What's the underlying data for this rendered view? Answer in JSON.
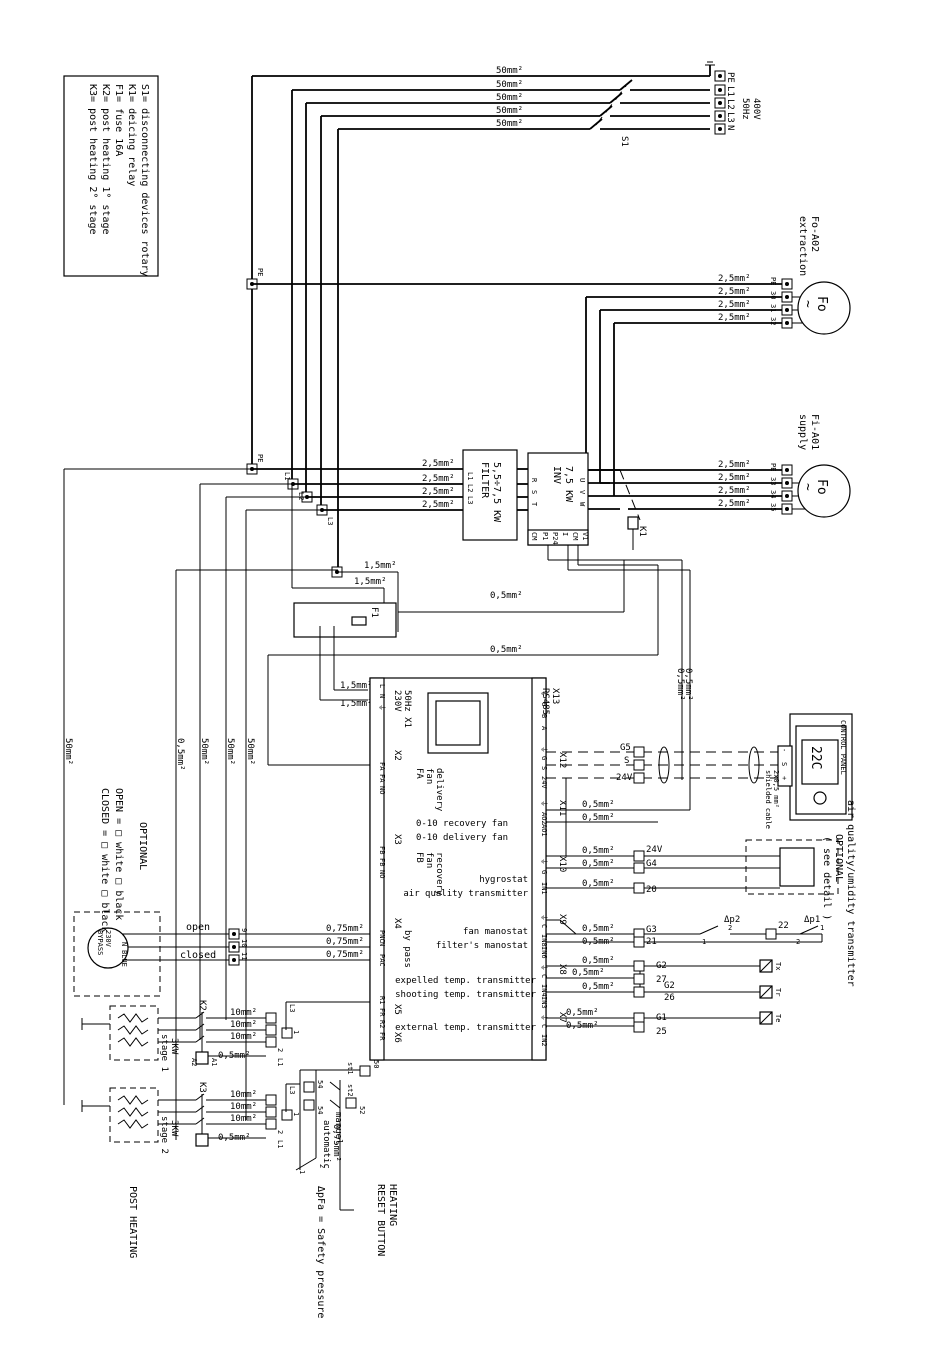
{
  "legend": {
    "lines": [
      "S1= disconnecting devices rotary",
      "K1= deicing relay",
      "F1= fuse 16A",
      "K2= post heating 1° stage",
      "K3= post heating 2° stage"
    ]
  },
  "supply": {
    "terminals": [
      "PE",
      "L1",
      "L2",
      "L3",
      "N"
    ],
    "rating_lines": [
      "400V",
      "50Hz"
    ],
    "switch_label": "S1",
    "cable_labels": [
      "50mm²",
      "50mm²",
      "50mm²",
      "50mm²",
      "50mm²"
    ]
  },
  "motors": {
    "extraction": {
      "title_lines": [
        "Fo-A02",
        "extraction"
      ],
      "symbol": "Fo",
      "terminals": [
        "PE",
        "30",
        "31",
        "32"
      ],
      "cable_labels": [
        "2,5mm²",
        "2,5mm²",
        "2,5mm²",
        "2,5mm²"
      ]
    },
    "supply": {
      "title_lines": [
        "Fi-A01",
        "supply"
      ],
      "symbol": "Fo",
      "terminals": [
        "PE",
        "33",
        "34",
        "35"
      ],
      "cable_labels": [
        "2,5mm²",
        "2,5mm²",
        "2,5mm²",
        "2,5mm²"
      ]
    }
  },
  "filter": {
    "lines": [
      "FILTER",
      "5,5÷7,5 KW"
    ],
    "terminals": [
      "L1",
      "L2",
      "L3"
    ],
    "cable_labels": [
      "2,5mm²",
      "2,5mm²",
      "2,5mm²",
      "2,5mm²"
    ]
  },
  "inverter": {
    "lines": [
      "INV",
      "7,5 KW"
    ],
    "in_terminals": [
      "R",
      "S",
      "T"
    ],
    "out_terminals": [
      "U",
      "V",
      "W"
    ],
    "ctrl_terminals": [
      "CM",
      "P1",
      "P24",
      "I",
      "CM",
      "V1"
    ],
    "relay_label": "K1"
  },
  "bus_labels": [
    "PE",
    "PE",
    "L1",
    "L2",
    "L3"
  ],
  "fuse": {
    "label": "F1",
    "cable_labels": [
      "1,5mm²",
      "1,5mm²",
      "1,5mm²",
      "1,5mm²"
    ]
  },
  "long_cables": [
    "0,5mm²",
    "0,5mm²",
    "0,5mm²",
    "0,5mm²"
  ],
  "controller": {
    "x1_lines": [
      "230V",
      "50Hz X1"
    ],
    "x1_terms": [
      "L",
      "N",
      "⏚"
    ],
    "x13_lines": [
      "X13",
      "RS485"
    ],
    "x13_terms": [
      "⏚",
      "G",
      "B",
      "A"
    ],
    "x2": {
      "name": "X2",
      "lines": [
        "FA",
        "fan",
        "delivery"
      ],
      "terms": [
        "FA",
        "FA",
        "NO"
      ]
    },
    "x3": {
      "name": "X3",
      "lines": [
        "FB",
        "fan",
        "recovery"
      ],
      "terms": [
        "FB",
        "FB",
        "NO"
      ]
    },
    "x4": {
      "name": "X4",
      "label": "by pass",
      "terms": [
        "PNC",
        "N",
        "PAC"
      ]
    },
    "x5": {
      "name": "X5",
      "terms": [
        "R1",
        "FR"
      ]
    },
    "x6": {
      "name": "X6",
      "terms": [
        "R2",
        "FR"
      ]
    },
    "x12": {
      "name": "X12",
      "terms": [
        "⏚",
        "G",
        "S",
        "24V"
      ]
    },
    "x11": {
      "name": "X11",
      "terms": [
        "⏚",
        "AO2",
        "AO1"
      ],
      "lines": [
        "0-10 recovery fan",
        "0-10 delivery fan"
      ]
    },
    "x10": {
      "name": "X10",
      "terms": [
        "⏚",
        "G",
        "IN1"
      ],
      "lines": [
        "hygrostat",
        "air quality transmitter"
      ]
    },
    "x9": {
      "name": "X9",
      "terms": [
        "⏚",
        "C",
        "IN8",
        "IN6"
      ],
      "lines": [
        "fan manostat",
        "filter's manostat"
      ]
    },
    "x8": {
      "name": "X8",
      "terms": [
        "⏚",
        "C",
        "IN4",
        "IN3"
      ],
      "lines": [
        "expelled temp. transmitter",
        "shooting temp. transmitter"
      ]
    },
    "x7": {
      "name": "X7",
      "terms": [
        "⏚",
        "C",
        "IN2"
      ],
      "lines": [
        "external temp. transmitter"
      ]
    }
  },
  "panel": {
    "title": "CONTROL PANEL",
    "display": "22C",
    "terms": [
      "-",
      "S",
      "+"
    ],
    "bus_labels": [
      "G5",
      "S",
      "24V"
    ],
    "cable_note": [
      "shielded cable",
      "2x0,5 mm²"
    ]
  },
  "aq_transmitter": {
    "lines": [
      "air quality/umidity transmitter",
      "OPTIONAL",
      "( see detail )"
    ],
    "nodes": [
      "24V",
      "G4",
      "20"
    ],
    "cable_labels": [
      "0,5mm²",
      "0,5mm²",
      "0,5mm²"
    ]
  },
  "x11_cables": [
    "0,5mm²",
    "0,5mm²"
  ],
  "manostats": {
    "labels": [
      "Δp1",
      "Δp2"
    ],
    "nodes": [
      "22",
      "G3",
      "21"
    ],
    "pins": [
      "1",
      "2",
      "2",
      "1"
    ],
    "cable_labels": [
      "0,5mm²",
      "0,5mm²"
    ]
  },
  "temps": {
    "nodes": [
      "G2",
      "27",
      "G2",
      "26",
      "G1",
      "25"
    ],
    "sensors": [
      "Tx",
      "Tr",
      "Te"
    ],
    "cable_labels": [
      "0,5mm²",
      "0,5mm²",
      "0,5mm²",
      "0,5mm²",
      "0,5mm²"
    ]
  },
  "bypass": {
    "labels": [
      "open",
      "closed"
    ],
    "terms": [
      "9",
      "10",
      "11"
    ],
    "cable_labels": [
      "0,75mm²",
      "0,75mm²",
      "0,75mm²"
    ],
    "motor_lines": [
      "BYPASS",
      "230V"
    ],
    "motor_pins": [
      "N",
      "BLUE"
    ]
  },
  "optional": {
    "title": "OPTIONAL",
    "lines": [
      "OPEN = □ white □ black",
      "CLOSED = □ white □ black"
    ]
  },
  "vertical_cables": [
    "50mm²",
    "0,5mm²",
    "50mm²",
    "50mm²",
    "50mm²"
  ],
  "post_heating": {
    "title": "POST HEATING",
    "stage1": [
      "stage 1",
      "3KW"
    ],
    "stage2": [
      "stage 2",
      "3KW"
    ],
    "k2": "K2",
    "k3": "K3",
    "coil_pins": [
      "A1",
      "A2"
    ],
    "cable_labels": [
      "10mm²",
      "10mm²",
      "10mm²",
      "0,5mm²",
      "10mm²",
      "10mm²",
      "10mm²",
      "0,5mm²"
    ],
    "terms": [
      "L3",
      "1",
      "2",
      "L1",
      "L3",
      "1",
      "2",
      "L1",
      "54",
      "54",
      "50",
      "52"
    ]
  },
  "reset": {
    "title_lines": [
      "RESET BUTTON",
      "HEATING"
    ],
    "switch_labels": [
      "st1",
      "st2"
    ],
    "lines": [
      "manuel",
      "automatic"
    ],
    "cable_label": "0,75mm²"
  },
  "safety": {
    "pins": [
      "1",
      "2"
    ],
    "label": "ΔpFa = Safety pressure"
  }
}
